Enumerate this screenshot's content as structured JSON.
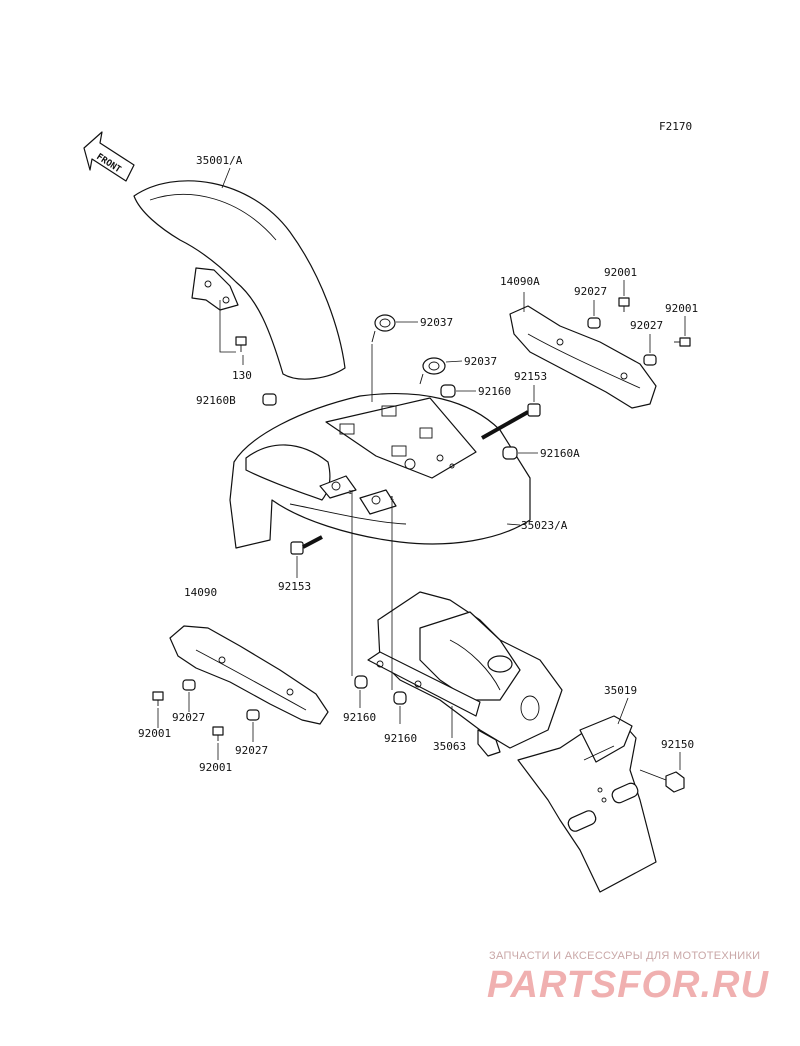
{
  "figure_code": "F2170",
  "front_marker": "FRONT",
  "callouts": {
    "front_fender": "35001/A",
    "bolt_130": "130",
    "grommet_b": "92160B",
    "clamp_upper": "92037",
    "clamp_lower": "92037",
    "grommet_top": "92160",
    "bolt_right": "92153",
    "grommet_a": "92160A",
    "rear_fender": "35023/A",
    "bolt_left": "92153",
    "cover_right": "14090A",
    "washer_right_upper": "92027",
    "screw_right_upper": "92001",
    "screw_right_far": "92001",
    "washer_right_lower": "92027",
    "cover_left": "14090",
    "washer_left_upper": "92027",
    "screw_left_upper": "92001",
    "washer_left_lower": "92027",
    "screw_left_lower": "92001",
    "grommet_mid_left": "92160",
    "grommet_mid_right": "92160",
    "bracket": "35063",
    "flap": "35019",
    "bolt_flap": "92150"
  },
  "watermark": {
    "tagline": "ЗАПЧАСТИ И АКСЕССУАРЫ ДЛЯ МОТОТЕХНИКИ",
    "brand": "PARTSFOR.RU"
  }
}
